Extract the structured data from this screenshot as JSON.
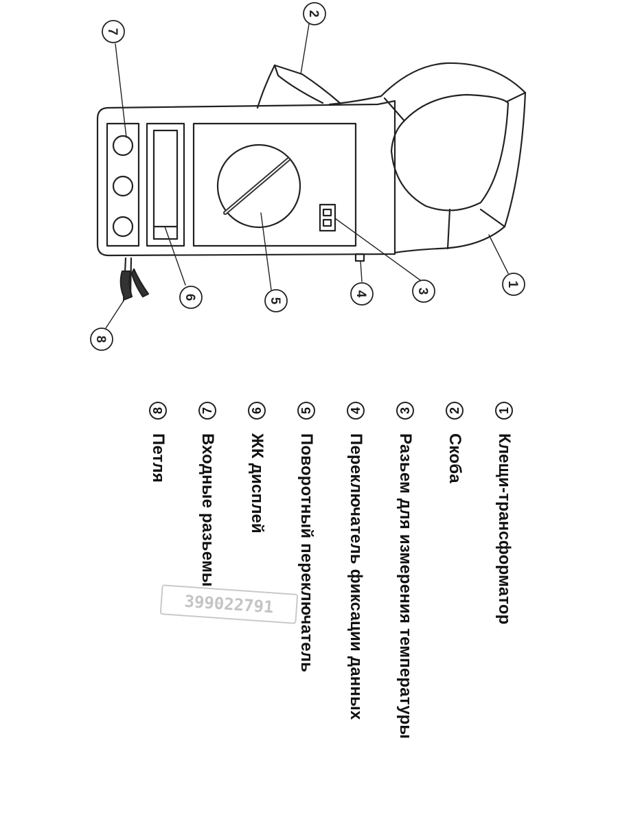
{
  "callouts": {
    "c1": "1",
    "c2": "2",
    "c3": "3",
    "c4": "4",
    "c5": "5",
    "c6": "6",
    "c7": "7",
    "c8": "8"
  },
  "legend": [
    {
      "num": "1",
      "label": "Клещи-трансформатор"
    },
    {
      "num": "2",
      "label": "Скоба"
    },
    {
      "num": "3",
      "label": "Разьем для измерения температуры"
    },
    {
      "num": "4",
      "label": "Переключатель фиксации данных"
    },
    {
      "num": "5",
      "label": "Поворотный переключатель"
    },
    {
      "num": "6",
      "label": "ЖК дисплей"
    },
    {
      "num": "7",
      "label": "Входные разьемы"
    },
    {
      "num": "8",
      "label": "Петля"
    }
  ],
  "watermark": "399022791",
  "icons": [
    "clamp-meter-drawing"
  ],
  "colors": {
    "line": "#222222",
    "watermark": "#c4c4c4"
  }
}
